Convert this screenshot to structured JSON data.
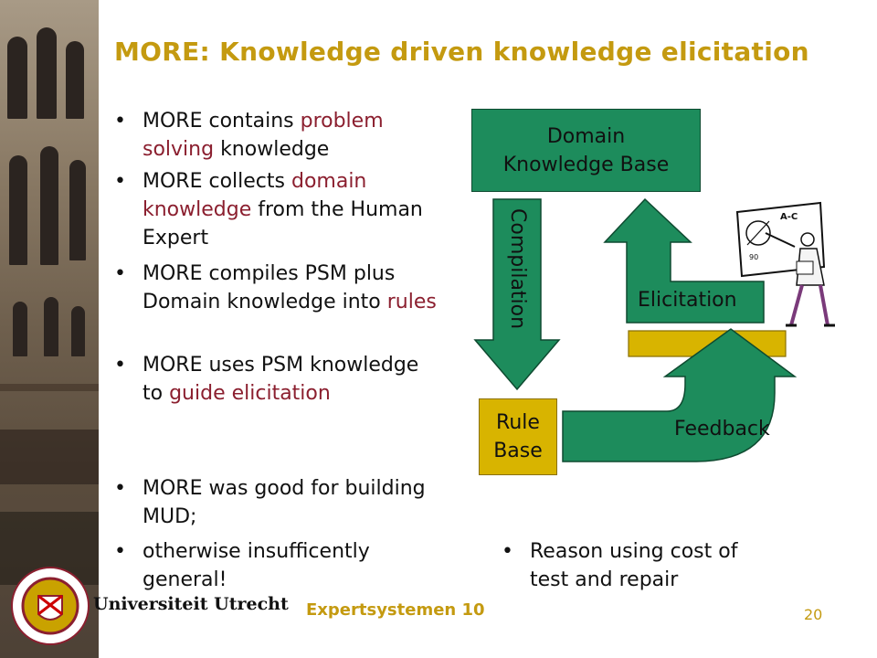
{
  "title": "MORE: Knowledge driven knowledge elicitation",
  "bullets": [
    {
      "parts": [
        {
          "t": "MORE contains "
        },
        {
          "t": "problem solving",
          "hl": true
        },
        {
          "t": " knowledge"
        }
      ]
    },
    {
      "parts": [
        {
          "t": "MORE collects "
        },
        {
          "t": "domain knowledge",
          "hl": true
        },
        {
          "t": " from the Human Expert"
        }
      ]
    },
    {
      "parts": [
        {
          "t": "MORE compiles PSM plus Domain knowledge into "
        },
        {
          "t": "rules",
          "hl": true
        }
      ]
    },
    {
      "parts": [
        {
          "t": "MORE uses PSM knowledge to "
        },
        {
          "t": "guide elicitation",
          "hl": true
        }
      ]
    },
    {
      "parts": [
        {
          "t": "MORE was good for building MUD;"
        }
      ]
    },
    {
      "parts": [
        {
          "t": "otherwise insufficently general!"
        }
      ]
    }
  ],
  "diagram": {
    "domain_box": "Domain Knowledge Base",
    "compilation": "Compilation",
    "elicitation": "Elicitation",
    "rule_base": "Rule Base",
    "feedback": "Feedback",
    "presenter_board": "A-C",
    "presenter_number": "90"
  },
  "right_bullet": "Reason using cost of test and repair",
  "footer": "Expertsystemen 10",
  "page_number": "20",
  "university": "Universiteit Utrecht",
  "colors": {
    "title": "#c49a10",
    "highlight": "#8b1f2f",
    "box_green": "#1d8c5c",
    "box_yellow": "#d8b400"
  }
}
